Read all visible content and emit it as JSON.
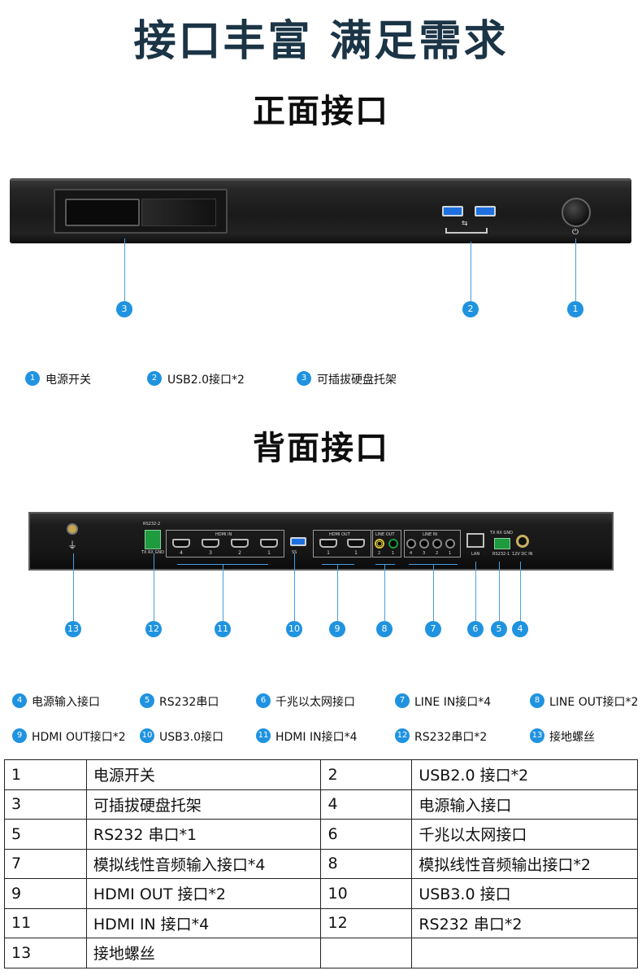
{
  "header": {
    "title": "接口丰富 满足需求"
  },
  "front": {
    "title": "正面接口",
    "markers": [
      "3",
      "2",
      "1"
    ],
    "legend": [
      {
        "num": "1",
        "text": "电源开关"
      },
      {
        "num": "2",
        "text": "USB2.0接口*2"
      },
      {
        "num": "3",
        "text": "可插拔硬盘托架"
      }
    ]
  },
  "rear": {
    "title": "背面接口",
    "panel_labels": {
      "rs232_top": "RS232-2",
      "rs232_pins": "TX RX GND",
      "hdmi_in": "HDMI IN",
      "hdmi_out": "HDMI OUT",
      "line_out": "LINE OUT",
      "line_in": "LINE IN",
      "lan": "LAN",
      "rs232_1_pins": "TX RX GND",
      "rs232_1": "RS232-1",
      "dc": "12V DC IN",
      "usb3": "SS"
    },
    "hdmi_in_ports": [
      "4",
      "3",
      "2",
      "1"
    ],
    "hdmi_out_ports": [
      "1",
      "1"
    ],
    "line_out_ports": [
      "2",
      "1"
    ],
    "line_in_ports": [
      "4",
      "3",
      "2",
      "1"
    ],
    "markers": [
      "13",
      "12",
      "11",
      "10",
      "9",
      "8",
      "7",
      "6",
      "5",
      "4"
    ],
    "legend_row1": [
      {
        "num": "4",
        "text": "电源输入接口"
      },
      {
        "num": "5",
        "text": "RS232串口"
      },
      {
        "num": "6",
        "text": "千兆以太网接口"
      },
      {
        "num": "7",
        "text": "LINE IN接口*4"
      },
      {
        "num": "8",
        "text": "LINE OUT接口*2"
      }
    ],
    "legend_row2": [
      {
        "num": "9",
        "text": "HDMI OUT接口*2"
      },
      {
        "num": "10",
        "text": "USB3.0接口"
      },
      {
        "num": "11",
        "text": "HDMI IN接口*4"
      },
      {
        "num": "12",
        "text": "RS232串口*2"
      },
      {
        "num": "13",
        "text": "接地螺丝"
      }
    ]
  },
  "table": {
    "rows": [
      [
        "1",
        "电源开关",
        "2",
        "USB2.0 接口*2"
      ],
      [
        "3",
        "可插拔硬盘托架",
        "4",
        "电源输入接口"
      ],
      [
        "5",
        "RS232 串口*1",
        "6",
        "千兆以太网接口"
      ],
      [
        "7",
        "模拟线性音频输入接口*4",
        "8",
        "模拟线性音频输出接口*2"
      ],
      [
        "9",
        "HDMI OUT 接口*2",
        "10",
        "USB3.0 接口"
      ],
      [
        "11",
        "HDMI IN 接口*4",
        "12",
        "RS232 串口*2"
      ],
      [
        "13",
        "接地螺丝",
        "",
        ""
      ]
    ]
  },
  "colors": {
    "accent": "#1f93e0",
    "title": "#1b3446"
  },
  "icons": [
    "power-icon",
    "usb-icon",
    "ground-icon"
  ]
}
